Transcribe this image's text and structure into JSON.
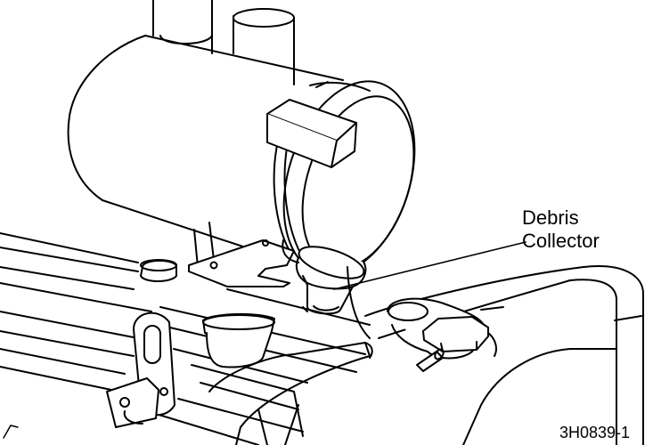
{
  "callout": {
    "line1": "Debris",
    "line2": "Collector"
  },
  "figure_id": "3H0839-1",
  "colors": {
    "stroke": "#000000",
    "background": "#ffffff",
    "shade": "#d8d8d8",
    "dark_shade": "#4a4a4a"
  }
}
